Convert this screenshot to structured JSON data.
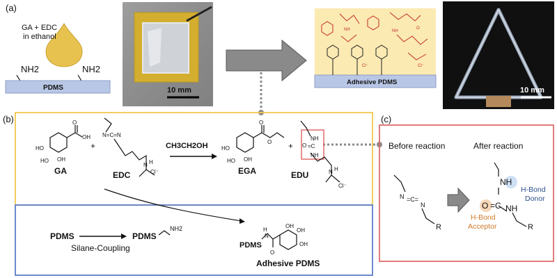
{
  "panel_labels": {
    "a": "(a)",
    "b": "(b)",
    "c": "(c)"
  },
  "panel_a": {
    "droplet_line1": "GA + EDC",
    "droplet_line2": "in ethanol",
    "amine_left": "NH2",
    "amine_right": "NH2",
    "substrate_label": "PDMS",
    "photo1_scale": "10 mm",
    "adhesive_label": "Adhesive PDMS",
    "photo2_scale": "10 mm",
    "colors": {
      "tape": "#d9b93a",
      "substrate": "#b9c7e6",
      "coating": "#fbeab2",
      "red_molecule": "#c22b2b",
      "arrow": "#8a8a8a"
    }
  },
  "panel_b": {
    "ga": "GA",
    "plus1": "+",
    "edc": "EDC",
    "solvent": "CH3CH2OH",
    "ega": "EGA",
    "plus2": "+",
    "edu": "EDU",
    "pdms": "PDMS",
    "pdms_nh2_prefix": "PDMS",
    "pdms_nh2_group": "NH2",
    "silane": "Silane-Coupling",
    "product_pdms": "PDMS",
    "product": "Adhesive PDMS",
    "colors": {
      "top_box": "#f2c94c",
      "bottom_box": "#5b7ec9"
    }
  },
  "panel_c": {
    "before": "Before reaction",
    "after": "After reaction",
    "donor_line1": "H-Bond",
    "donor_line2": "Donor",
    "acceptor_line1": "H-Bond",
    "acceptor_line2": "Acceptor",
    "r1": "R",
    "r2": "R",
    "nh1": "NH",
    "nh2": "NH",
    "o": "O",
    "colors": {
      "box": "#e06c6c",
      "donor": "#2d4f8e",
      "acceptor": "#d07a2a"
    }
  }
}
